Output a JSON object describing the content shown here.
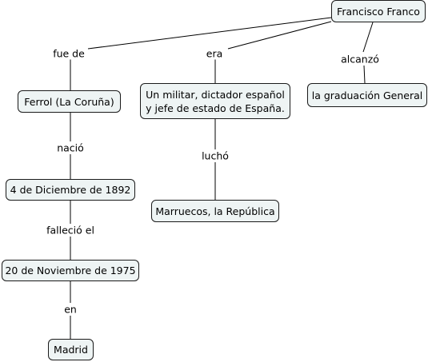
{
  "nodes": {
    "francisco_franco": "Francisco Franco",
    "ferrol": "Ferrol (La Coruña)",
    "militar_line1": "Un militar, dictador español",
    "militar_line2": "y jefe de estado de España.",
    "graduacion": "la graduación General",
    "nacimiento": "4 de Diciembre de 1892",
    "marruecos": "Marruecos, la República",
    "fallecimiento": "20 de Noviembre de 1975",
    "madrid": "Madrid"
  },
  "links": {
    "fue_de": "fue de",
    "era": "era",
    "alcanzo": "alcanzó",
    "nacio": "nació",
    "lucho": "luchó",
    "fallecio_el": "falleció el",
    "en": "en"
  }
}
